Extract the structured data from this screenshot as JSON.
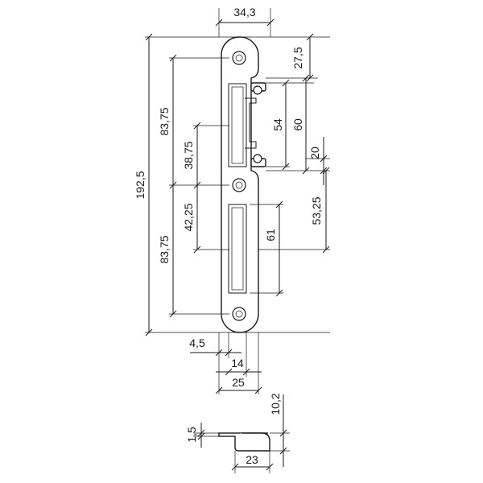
{
  "drawing": {
    "line_color": "#1a1a1a",
    "background": "#ffffff",
    "dimensions": {
      "width_top": "34,3",
      "overall_height": "192,5",
      "top_to_hole": "83,75",
      "upper_mid": "38,75",
      "lower_mid": "42,25",
      "bottom_to_hole": "83,75",
      "right_top": "27,5",
      "latch_54": "54",
      "latch_60": "60",
      "step_20": "20",
      "right_lower": "53,25",
      "slot_61": "61",
      "offset_4_5": "4,5",
      "width_14": "14",
      "width_25": "25",
      "thickness_1_5": "1,5",
      "height_10_2": "10,2",
      "width_23": "23"
    }
  }
}
